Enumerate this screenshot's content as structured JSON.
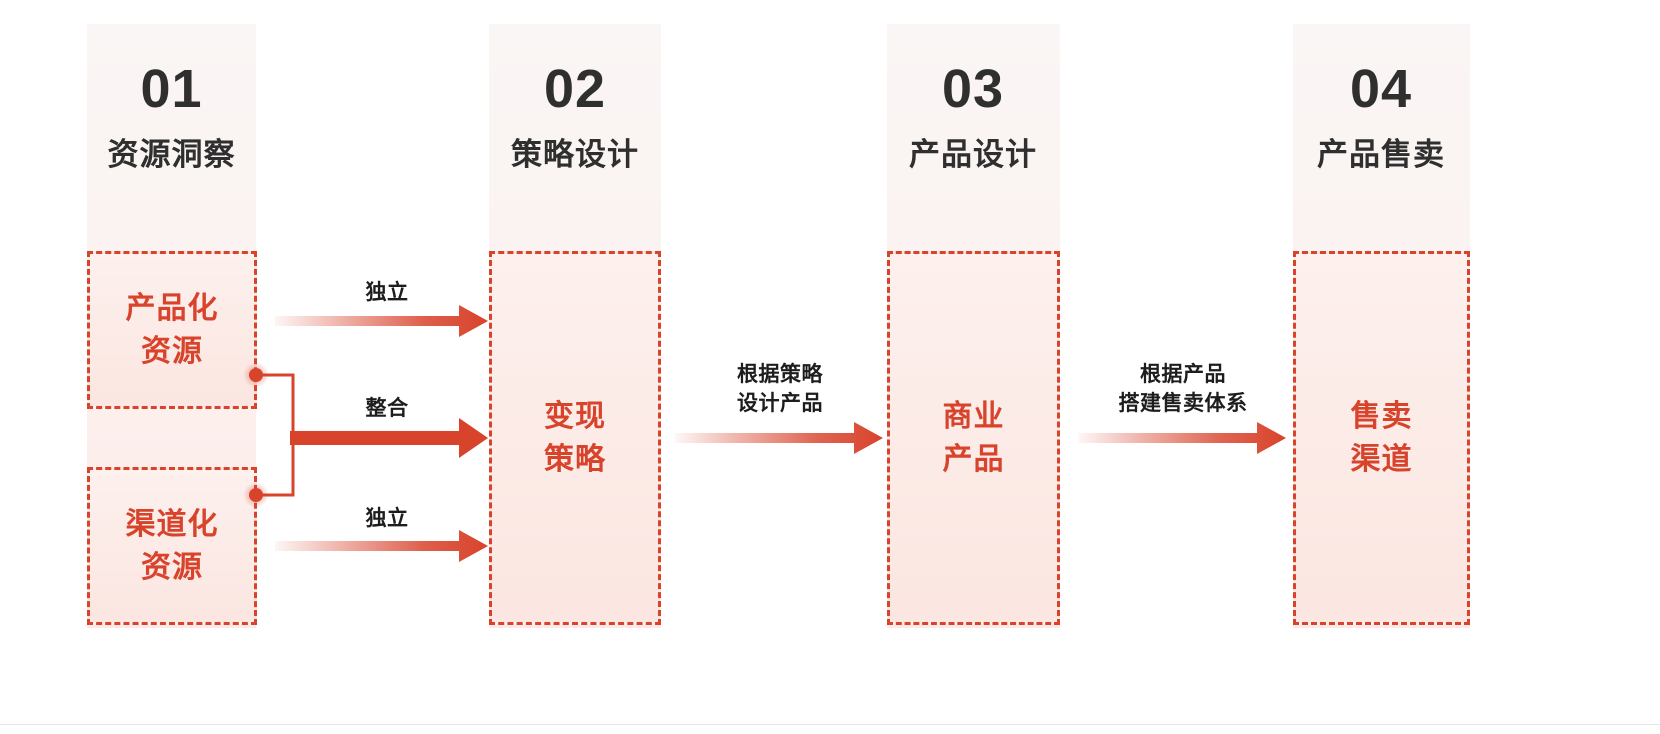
{
  "diagram": {
    "title_sequence": [
      "01",
      "02",
      "03",
      "04"
    ],
    "accent_color": "#d8432c",
    "heading_color": "#2f2f2f",
    "label_color": "#1d1d1d",
    "columns": [
      {
        "number": "01",
        "title": "资源洞察",
        "nodes": [
          {
            "label": "产品化\n资源"
          },
          {
            "label": "渠道化\n资源"
          }
        ]
      },
      {
        "number": "02",
        "title": "策略设计",
        "nodes": [
          {
            "label": "变现\n策略"
          }
        ]
      },
      {
        "number": "03",
        "title": "产品设计",
        "nodes": [
          {
            "label": "商业\n产品"
          }
        ]
      },
      {
        "number": "04",
        "title": "产品售卖",
        "nodes": [
          {
            "label": "售卖\n渠道"
          }
        ]
      }
    ],
    "connectors": [
      {
        "id": "c1",
        "label": "独立",
        "style": "gradient",
        "from": "产品化资源",
        "to": "变现策略"
      },
      {
        "id": "c2",
        "label": "整合",
        "style": "solid",
        "from": "产品化资源+渠道化资源",
        "to": "变现策略"
      },
      {
        "id": "c3",
        "label": "独立",
        "style": "gradient",
        "from": "渠道化资源",
        "to": "变现策略"
      },
      {
        "id": "c4",
        "label": "根据策略\n设计产品",
        "style": "gradient",
        "from": "变现策略",
        "to": "商业产品"
      },
      {
        "id": "c5",
        "label": "根据产品\n搭建售卖体系",
        "style": "gradient",
        "from": "商业产品",
        "to": "售卖渠道"
      }
    ]
  }
}
